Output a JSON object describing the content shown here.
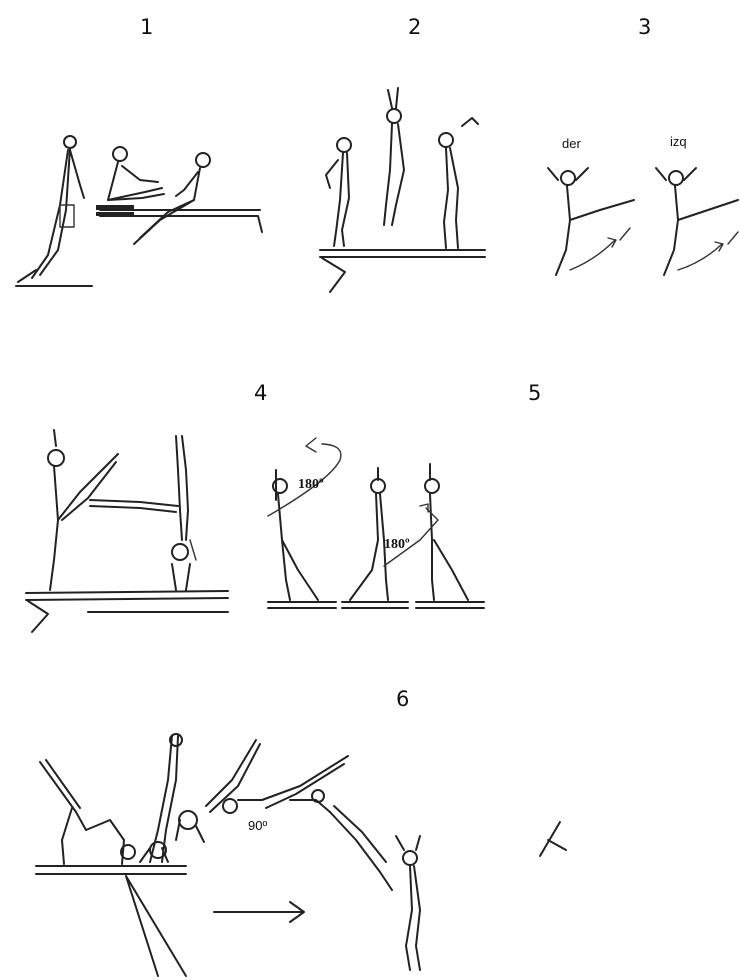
{
  "panels": {
    "p1": {
      "number": "1"
    },
    "p2": {
      "number": "2"
    },
    "p3": {
      "number": "3",
      "label_right": "der",
      "label_left": "izq"
    },
    "p4": {
      "number": "4"
    },
    "p5": {
      "number": "5",
      "angle_top": "180º",
      "angle_mid": "180º"
    },
    "p6": {
      "number": "6",
      "angle": "90º"
    }
  }
}
